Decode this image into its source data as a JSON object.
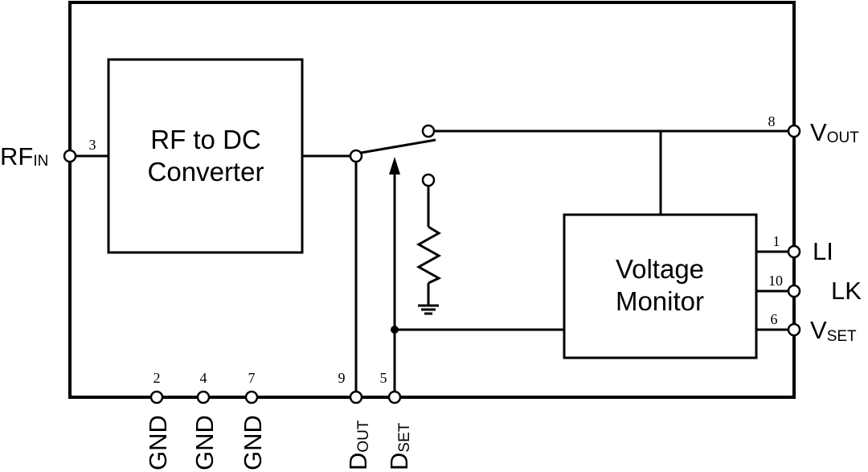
{
  "colors": {
    "line": "#000000",
    "background": "#ffffff"
  },
  "blocks": {
    "rf_dc_converter": {
      "line1": "RF to DC",
      "line2": "Converter"
    },
    "voltage_monitor": {
      "line1": "Voltage",
      "line2": "Monitor"
    }
  },
  "pins": {
    "rf_in": {
      "number": "3",
      "label": "RF",
      "sub": "IN"
    },
    "v_out": {
      "number": "8",
      "label": "V",
      "sub": "OUT"
    },
    "li": {
      "number": "1",
      "label": "LI"
    },
    "lk": {
      "number": "10",
      "label": "LK"
    },
    "v_set": {
      "number": "6",
      "label": "V",
      "sub": "SET"
    },
    "gnd_a": {
      "number": "2",
      "label": "GND"
    },
    "gnd_b": {
      "number": "4",
      "label": "GND"
    },
    "gnd_c": {
      "number": "7",
      "label": "GND"
    },
    "d_out": {
      "number": "9",
      "label": "D",
      "sub": "OUT"
    },
    "d_set": {
      "number": "5",
      "label": "D",
      "sub": "SET"
    }
  }
}
